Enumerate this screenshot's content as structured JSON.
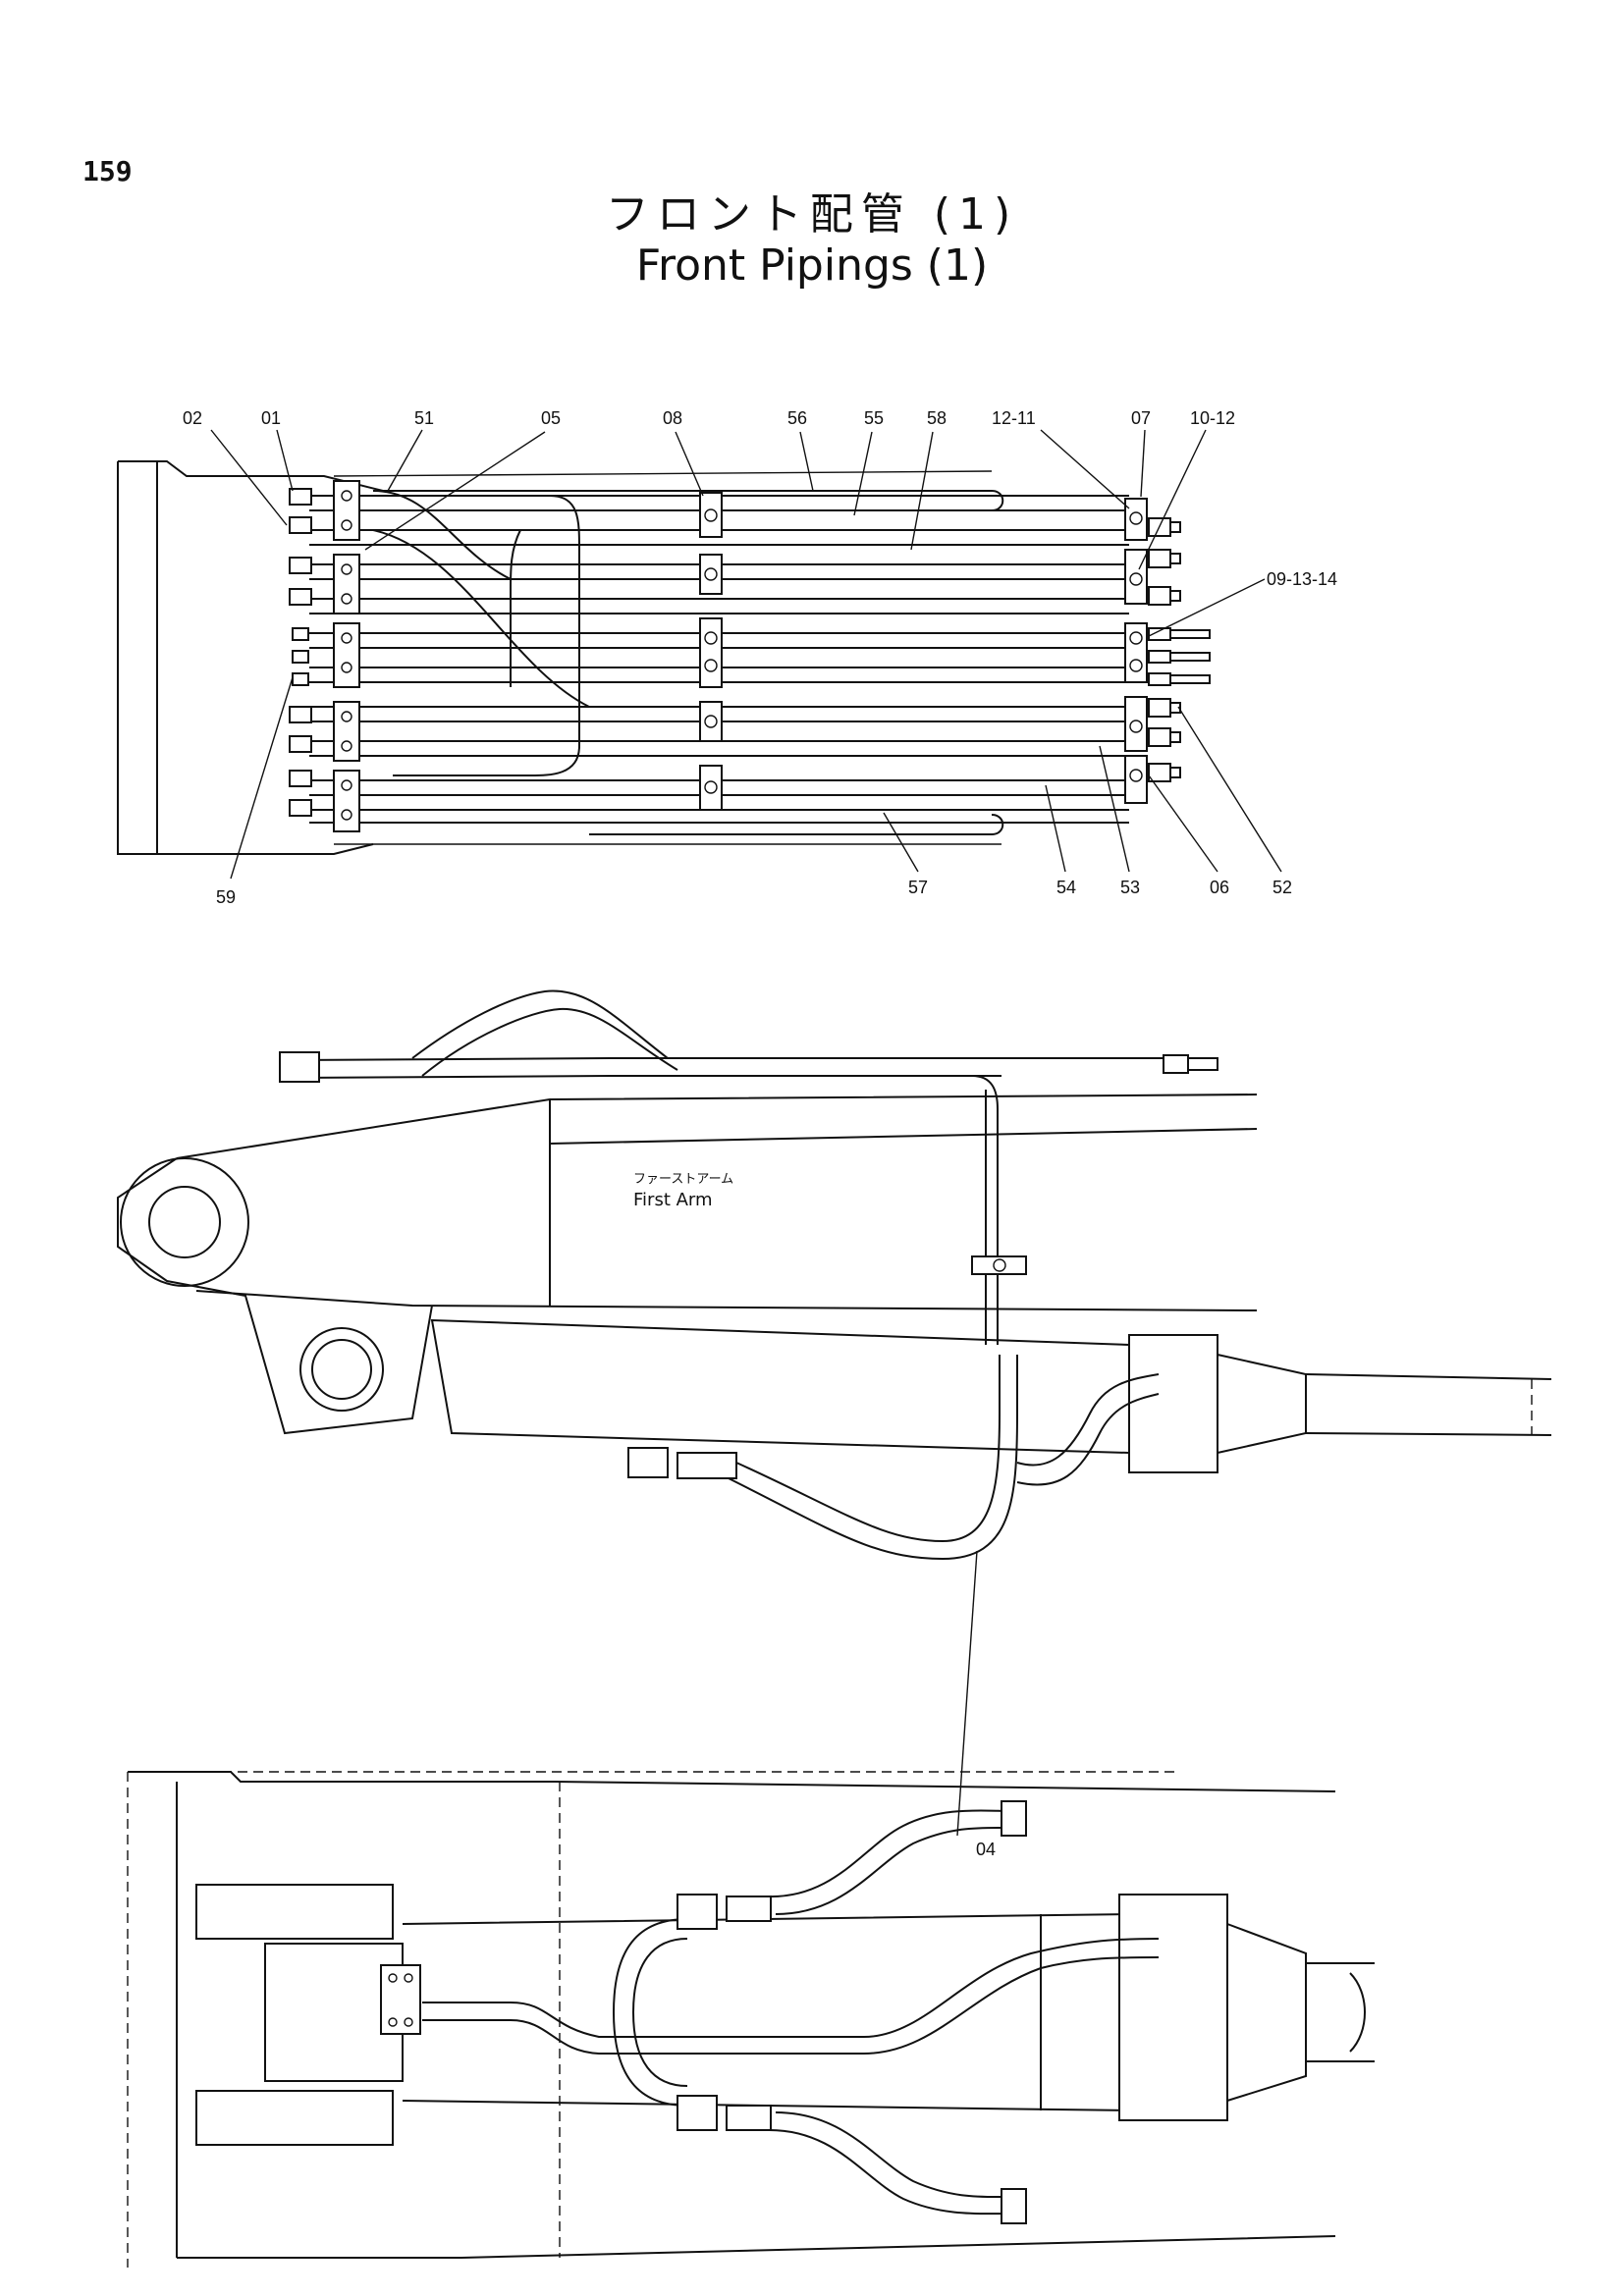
{
  "page": {
    "number": "159"
  },
  "title": {
    "jp": "フロント配管 (1)",
    "en": "Front Pipings (1)"
  },
  "callouts": {
    "top_view": [
      "02",
      "01",
      "51",
      "05",
      "08",
      "56",
      "55",
      "58",
      "12-11",
      "07",
      "10-12",
      "09-13-14",
      "59",
      "57",
      "54",
      "53",
      "06",
      "52"
    ],
    "side_view": [
      "04"
    ]
  },
  "arm_label": {
    "jp": "ファーストアーム",
    "en": "First Arm"
  },
  "colors": {
    "ink": "#111111",
    "paper": "#ffffff"
  }
}
